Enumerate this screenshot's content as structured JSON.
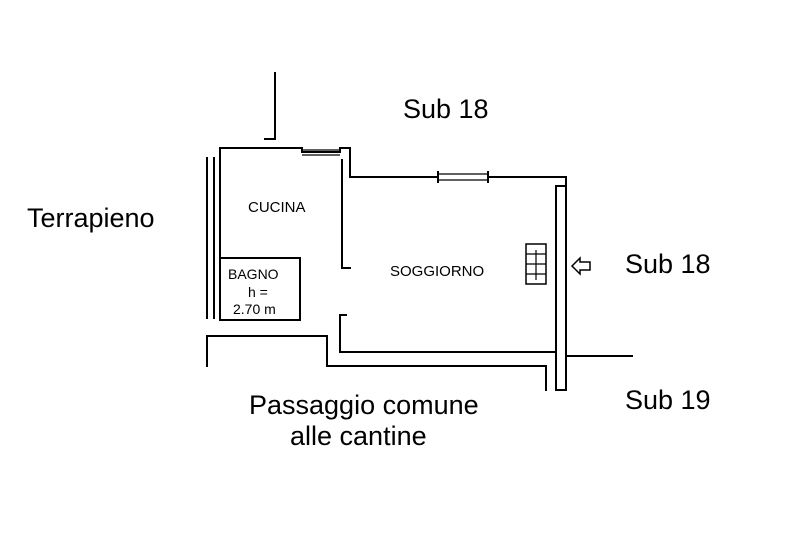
{
  "labels": {
    "sub18_top": "Sub 18",
    "sub18_right": "Sub 18",
    "sub19": "Sub 19",
    "terrapieno": "Terrapieno",
    "passaggio_line1": "Passaggio comune",
    "passaggio_line2": "alle cantine"
  },
  "rooms": {
    "cucina": "CUCINA",
    "soggiorno": "SOGGIORNO",
    "bagno": "BAGNO",
    "bagno_height_line1": "h =",
    "bagno_height_line2": "2.70 m"
  },
  "colors": {
    "line": "#000000",
    "background": "#ffffff"
  }
}
